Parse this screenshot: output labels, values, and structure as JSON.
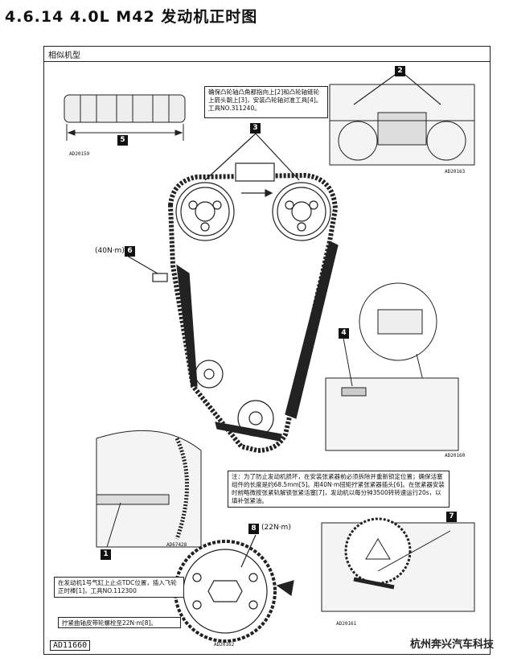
{
  "header": {
    "title": "4.6.14   4.0L M42 发动机正时图",
    "applies_to": "相似机型"
  },
  "callouts": {
    "c1": "1",
    "c2": "2",
    "c3": "3",
    "c4": "4",
    "c5": "5",
    "c6": "6",
    "c7": "7",
    "c8": "8"
  },
  "torques": {
    "t6": "(40N·m)",
    "t8": "(22N·m)"
  },
  "figure_codes": {
    "top_left": "AD20159",
    "top_right": "AD20163",
    "mid_right": "AD20160",
    "flywheel": "AD67428",
    "crank": "AD20162",
    "tensioner": "AD20161",
    "page": "AD11660"
  },
  "notes": {
    "cam_note": "确保凸轮轴凸角都指向上[2]和凸轮轴链轮上箭头朝上[3]，安装凸轮轴对准工具[4]。工具NO.311240。",
    "tensioner_note": "注：为了防止发动机损坏，在安装张紧器前必须拆除并重新锁定位置；确保活塞组件的长度是约68.5mm[5]。用40N·m扭矩拧紧张紧器插头[6]。在张紧器安装时前略微按张紧轨解锁张紧活塞[7]，发动机以每分钟3500转转速运行20s，以填补张紧油。",
    "tdc_note": "在发动机1号气缸上止点TDC位置，插入飞轮正时棒[1]，工具NO.112300",
    "crank_note": "拧紧曲轴皮带轮螺栓至22N·m[8]。"
  },
  "watermark": "杭州奔兴汽车科技"
}
